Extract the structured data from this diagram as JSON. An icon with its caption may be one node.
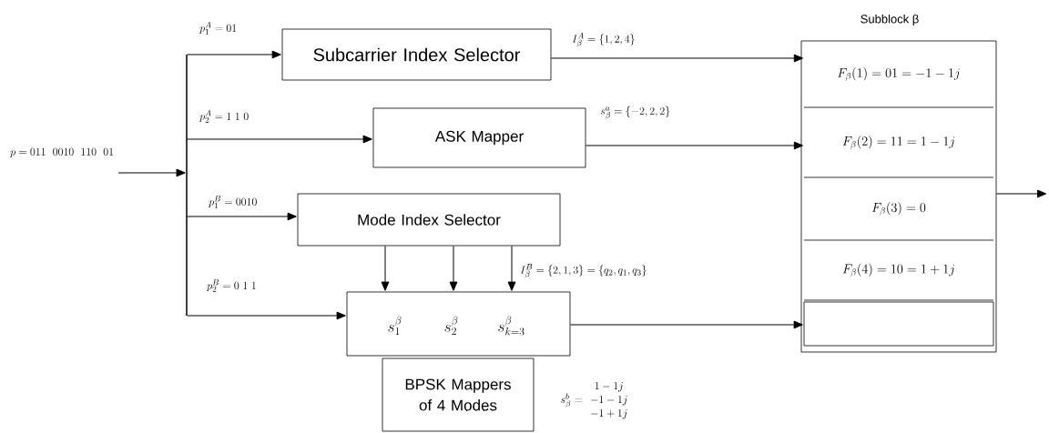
{
  "diagram": {
    "nodes": [
      {
        "text": [],
        "shape": "bar"
      },
      {
        "text": [
          "Subcarrier Index Selector"
        ]
      },
      {
        "text": [
          "ASK Mapper"
        ]
      },
      {
        "text": [
          "Mode Index Selector"
        ]
      },
      {
        "text": [
          "s_1^\\beta",
          "s_2^\\beta",
          "s_{k=3}^\\beta"
        ]
      },
      {
        "text": [
          "BPSK Mappers of 4 Modes"
        ]
      },
      {
        "text": [
          "Subblock β"
        ]
      },
      {
        "text": [
          "F_\\beta(1) = 01 = -1 - 1j"
        ],
        "in": 6
      },
      {
        "text": [
          "F_\\beta(2) = 11 = 1 - 1j"
        ],
        "in": 6
      },
      {
        "text": [
          "F_\\beta(3) = 0"
        ],
        "in": 6
      },
      {
        "text": [
          "F_\\beta(4) = 10 = 1 + 1j"
        ],
        "in": 6
      },
      {
        "text": [],
        "shape": "box",
        "in": 6
      }
    ],
    "edges": [
      {
        "from": null,
        "to": 0,
        "arrow": "to",
        "label": "p = 011\\ \\ 0010\\ \\ 110\\ \\ 01"
      },
      {
        "from": 0,
        "to": 1,
        "arrow": "to",
        "label": "p_1^A = 01"
      },
      {
        "from": 0,
        "to": 2,
        "arrow": "to",
        "label": "p_2^A = 1\\ 1\\ 0"
      },
      {
        "from": 0,
        "to": 3,
        "arrow": "to",
        "label": "p_1^B = 0010"
      },
      {
        "from": 0,
        "to": 4,
        "arrow": "to",
        "label": "p_2^B = 0\\ 1\\ 1"
      },
      {
        "from": 3,
        "to": 4,
        "arrow": "to"
      },
      {
        "from": 3,
        "to": 4,
        "arrow": "to"
      },
      {
        "from": 3,
        "to": 4,
        "arrow": "to",
        "label": "I_\\beta^B = \\{2,1,3\\} = \\{q_2, q_1, q_3\\}"
      },
      {
        "from": 1,
        "to": 7,
        "arrow": "to",
        "label": "I_\\beta^A = \\{1,2,4\\}"
      },
      {
        "from": 2,
        "to": 8,
        "arrow": "to",
        "label": "s_\\beta^a = \\{-2, 2, 2\\}"
      },
      {
        "from": 4,
        "to": 11,
        "arrow": "to"
      },
      {
        "from": 6,
        "to": null,
        "arrow": "to"
      }
    ],
    "labels": [
      "s_\\beta^b = \\begin{array}{c} 1-1j \\\\ -1-1j \\\\ -1+1j \\end{array}"
    ]
  }
}
